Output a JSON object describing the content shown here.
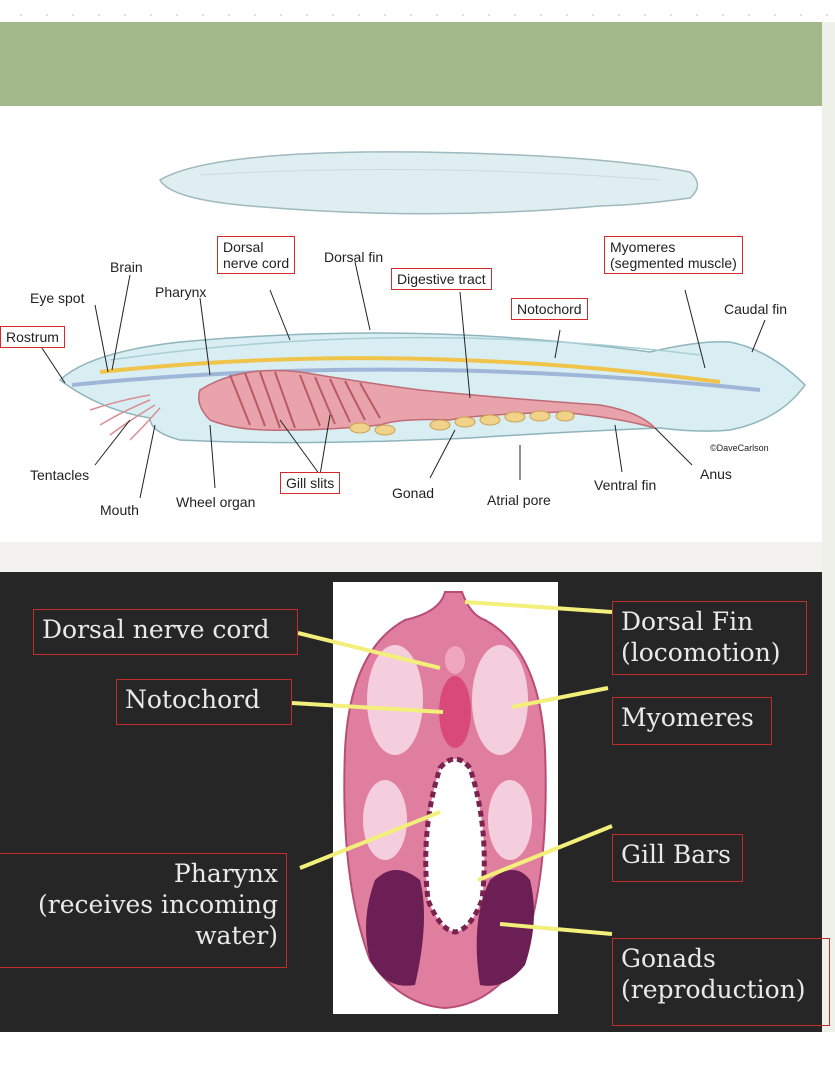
{
  "top_diagram": {
    "credit": "©DaveCarlson",
    "labels": {
      "brain": "Brain",
      "dorsal_nerve_cord": "Dorsal\nnerve cord",
      "dorsal_fin": "Dorsal fin",
      "digestive_tract": "Digestive tract",
      "myomeres": "Myomeres\n(segmented muscle)",
      "eye_spot": "Eye spot",
      "pharynx": "Pharynx",
      "notochord": "Notochord",
      "caudal_fin": "Caudal fin",
      "rostrum": "Rostrum",
      "tentacles": "Tentacles",
      "mouth": "Mouth",
      "wheel_organ": "Wheel organ",
      "gill_slits": "Gill slits",
      "gonad": "Gonad",
      "atrial_pore": "Atrial pore",
      "ventral_fin": "Ventral fin",
      "anus": "Anus"
    }
  },
  "bottom_diagram": {
    "labels": {
      "dorsal_nerve_cord": "Dorsal nerve cord",
      "notochord": "Notochord",
      "pharynx": "Pharynx\n(receives incoming\nwater)",
      "dorsal_fin": "Dorsal Fin\n(locomotion)",
      "myomeres": "Myomeres",
      "gill_bars": "Gill Bars",
      "gonads": "Gonads\n(reproduction)"
    }
  },
  "colors": {
    "accent_green": "#a3b98c",
    "label_border": "#d42a2a",
    "dark_bg": "#262626",
    "pointer": "#f2ef7a"
  }
}
